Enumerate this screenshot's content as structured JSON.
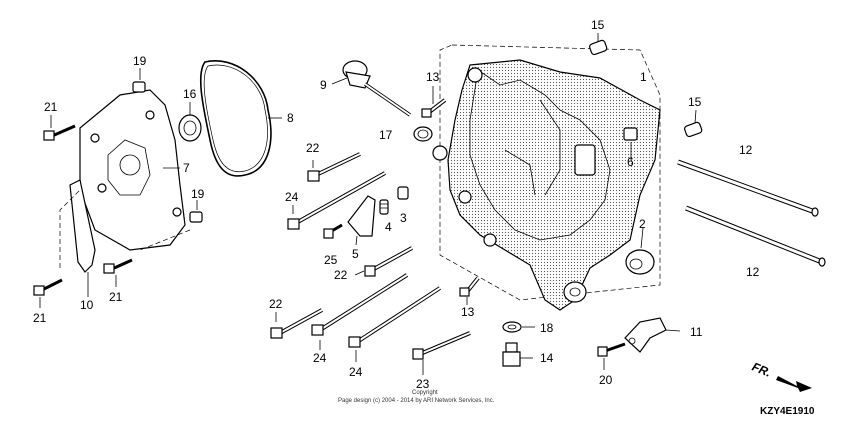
{
  "labels": {
    "p1": "1",
    "p2": "2",
    "p3": "3",
    "p4": "4",
    "p5": "5",
    "p6": "6",
    "p7": "7",
    "p8": "8",
    "p9": "9",
    "p10": "10",
    "p11": "11",
    "p12a": "12",
    "p12b": "12",
    "p13a": "13",
    "p13b": "13",
    "p14": "14",
    "p15a": "15",
    "p15b": "15",
    "p16": "16",
    "p17": "17",
    "p18": "18",
    "p19a": "19",
    "p19b": "19",
    "p20": "20",
    "p21a": "21",
    "p21b": "21",
    "p21c": "21",
    "p22a": "22",
    "p22b": "22",
    "p22c": "22",
    "p23": "23",
    "p24a": "24",
    "p24b": "24",
    "p24c": "24",
    "p25": "25"
  },
  "copyright_line1": "Copyright",
  "copyright_line2": "Page design (c) 2004 - 2014 by ARI Network Services, Inc.",
  "diagram_code": "KZY4E1910",
  "direction_label": "FR."
}
